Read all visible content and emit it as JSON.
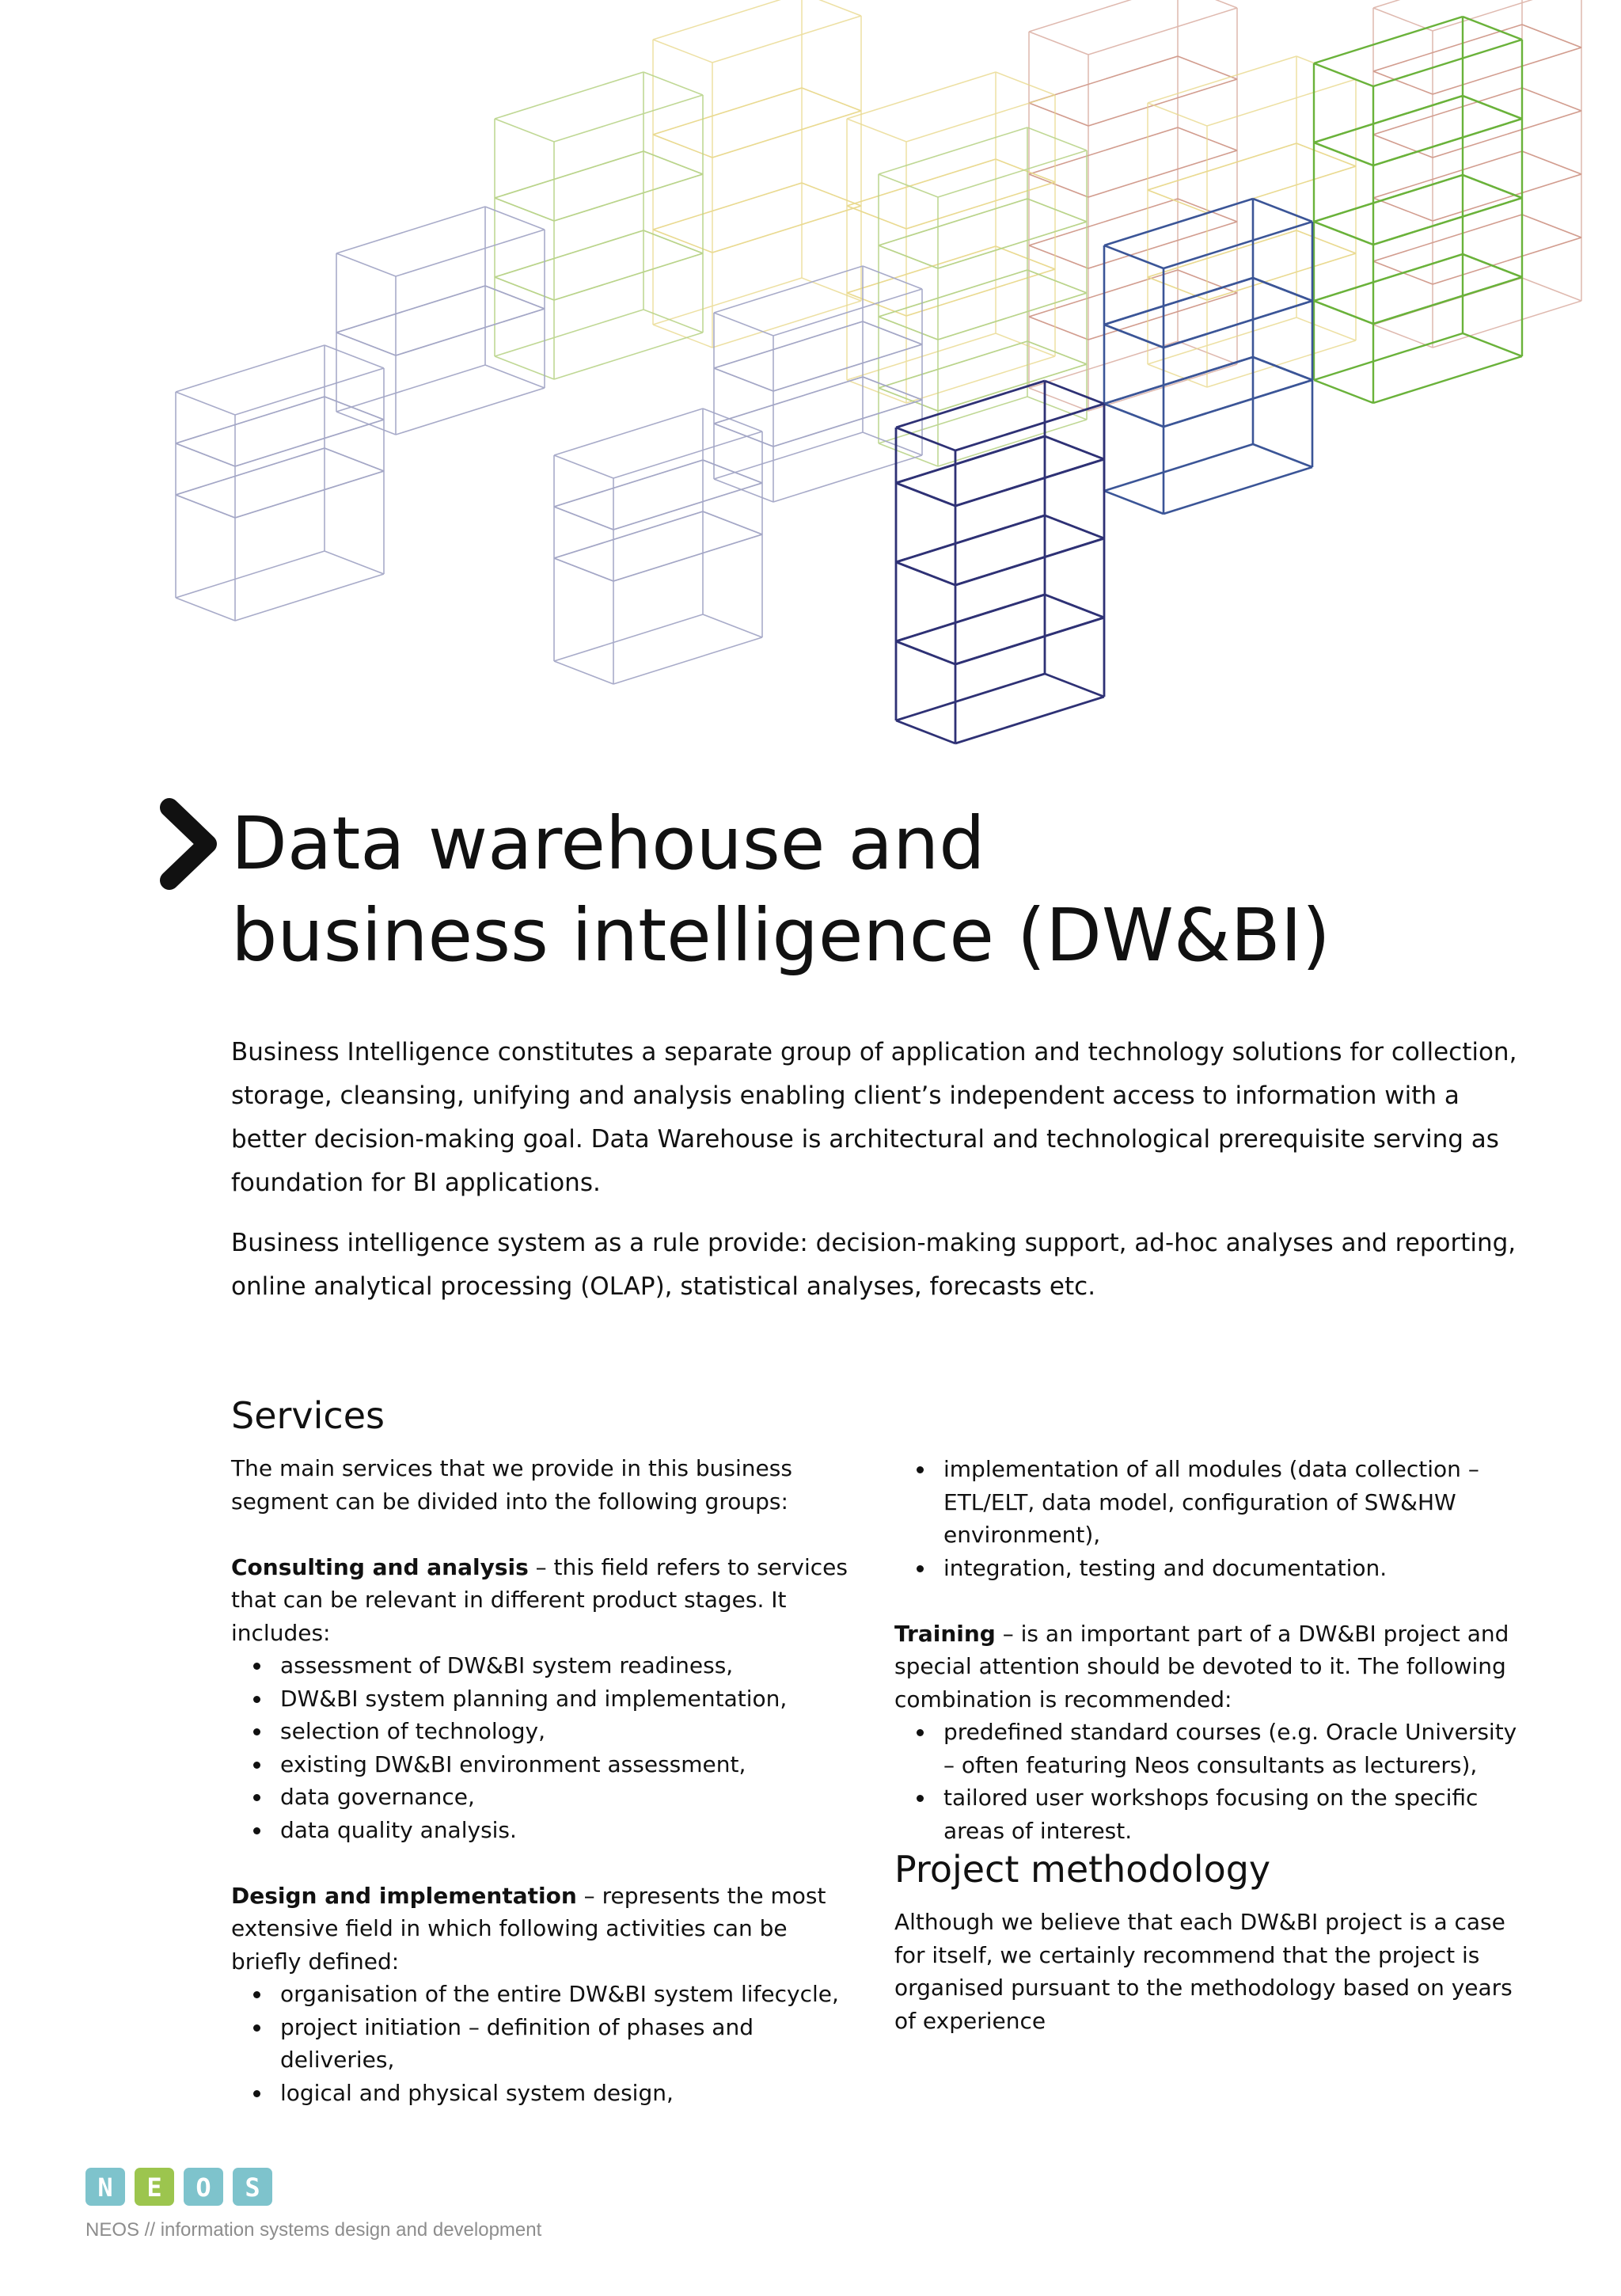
{
  "title": {
    "line1": "Data warehouse and",
    "line2": "business intelligence (DW&BI)"
  },
  "intro": {
    "p1": "Business Intelligence constitutes a separate group of application and technology solutions for collection, storage, cleansing, unifying and analysis enabling client’s independent access to information with a better decision-making goal. Data Warehouse is architectural and technological prerequisite serving as foundation for BI applications.",
    "p2": "Business intelligence system as a rule provide: decision-making support, ad-hoc analyses and reporting, online analytical processing (OLAP), statistical analyses, forecasts etc."
  },
  "services": {
    "heading": "Services",
    "intro": "The main services that we provide in this business segment can be divided into the following groups:",
    "consulting": {
      "lead": "Consulting and analysis",
      "text": " – this field refers to services that can be relevant in different product stages. It includes:",
      "items": [
        "assessment of DW&BI system readiness,",
        "DW&BI system planning and implementation,",
        "selection of technology,",
        "existing DW&BI environment assessment,",
        "data governance,",
        "data quality analysis."
      ]
    },
    "design": {
      "lead": "Design and implementation",
      "text": " – represents the most extensive field in which following activities can be briefly defined:",
      "items": [
        "organisation of the entire DW&BI system lifecycle,",
        "project initiation – definition of phases and deliveries,",
        "logical and physical system design,",
        "implementation of all modules (data collection – ETL/ELT, data model, configuration of SW&HW environment),",
        "integration, testing and documentation."
      ]
    },
    "training": {
      "lead": "Training",
      "text": " – is an important part of a DW&BI project and special attention should be devoted to it. The following combination is recommended:",
      "items": [
        "predefined standard courses (e.g. Oracle University – often featuring Neos consultants as lecturers),",
        "tailored user workshops focusing on the specific areas of interest."
      ]
    }
  },
  "methodology": {
    "heading": "Project methodology",
    "text": "Although we believe that each DW&BI project is a case for itself, we certainly recommend that the project is organised pursuant to the methodology based on years of experience"
  },
  "footer": {
    "logo_letters": [
      "N",
      "E",
      "O",
      "S"
    ],
    "tagline": "NEOS // information systems design and development"
  },
  "colors": {
    "logo_teal": "#7ec3cc",
    "logo_green": "#9cc54e",
    "cube_navy": "#2e3175",
    "cube_blue": "#3b5597",
    "cube_green": "#6ab23a",
    "cube_lightgreen": "#b9d48a",
    "cube_yellow": "#e8d88c",
    "cube_red": "#c98a7a",
    "cube_grey": "#a3a7c6"
  }
}
